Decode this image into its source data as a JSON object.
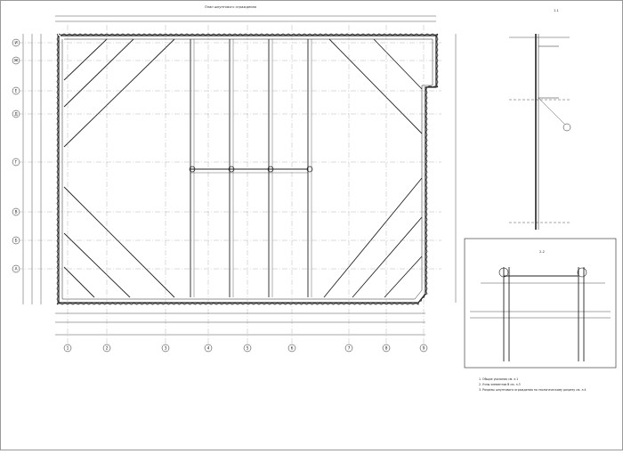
{
  "plan": {
    "title": "План шпунтового ограждения",
    "row_axes": [
      "И",
      "Ж",
      "Е",
      "Д",
      "Г",
      "В",
      "Б",
      "А"
    ],
    "col_axes": [
      "1",
      "2",
      "3",
      "4",
      "5",
      "6",
      "7",
      "8",
      "9"
    ]
  },
  "section_1": {
    "title": "1-1"
  },
  "section_2": {
    "title": "2-2"
  },
  "notes": [
    "1. Общие указания см. л.1",
    "2. Узлы элементов В см. л.3",
    "3. Разрезы шпунтового ограждения по геологическому разрезу см. л.4"
  ]
}
